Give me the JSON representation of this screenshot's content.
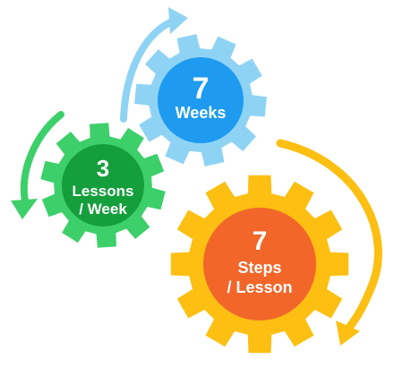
{
  "gears": [
    {
      "id": "weeks",
      "color": "#8fd3f4",
      "hub_color": "#1e9bf0",
      "number": "7",
      "line1": "Weeks",
      "line2": ""
    },
    {
      "id": "lessons",
      "color": "#3ccf6a",
      "hub_color": "#159e3c",
      "number": "3",
      "line1": "Lessons",
      "line2": "/ Week"
    },
    {
      "id": "steps",
      "color": "#fcbf12",
      "hub_color": "#f2662a",
      "number": "7",
      "line1": "Steps",
      "line2": "/ Lesson"
    }
  ],
  "arrows": [
    {
      "id": "weeks-arrow",
      "color": "#8fd3f4",
      "direction": "clockwise"
    },
    {
      "id": "lessons-arrow",
      "color": "#3ccf6a",
      "direction": "counter-clockwise"
    },
    {
      "id": "steps-arrow",
      "color": "#fcbf12",
      "direction": "clockwise"
    }
  ]
}
